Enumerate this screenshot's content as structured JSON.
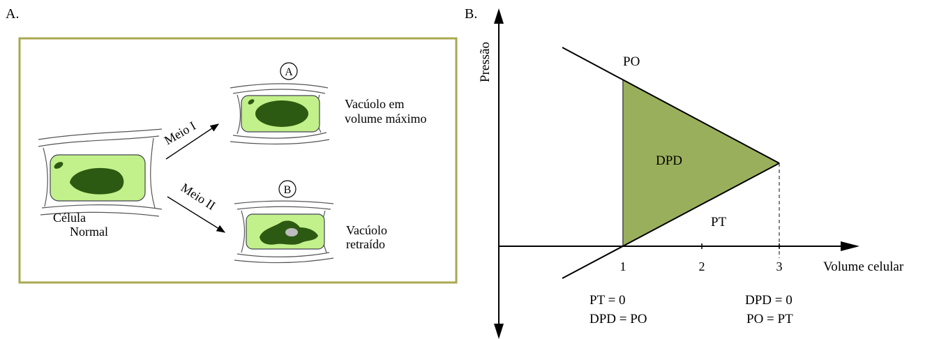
{
  "panel_a": {
    "label": "A.",
    "cell_normal": {
      "line1": "Célula",
      "line2": "Normal"
    },
    "arrow_upper": "Meio I",
    "arrow_lower": "Meio II",
    "cell_a": {
      "marker": "A",
      "line1": "Vacúolo em",
      "line2": "volume máximo"
    },
    "cell_b": {
      "marker": "B",
      "line1": "Vacúolo",
      "line2": "retraído"
    },
    "colors": {
      "frame": "#a9a852",
      "cytoplasm": "#c2f08a",
      "vacuole": "#2d5a12",
      "retracted_spot": "#bdbdbd"
    }
  },
  "panel_b": {
    "label": "B.",
    "y_axis_label": "Pressão",
    "x_axis_label": "Volume celular",
    "x_ticks": [
      "1",
      "2",
      "3"
    ],
    "line_labels": {
      "po": "PO",
      "pt": "PT",
      "dpd": "DPD"
    },
    "notes": {
      "at_1": [
        "PT = 0",
        "DPD = PO"
      ],
      "at_3": [
        "DPD = 0",
        "PO = PT"
      ]
    },
    "colors": {
      "region_fill": "#9aaf5c"
    }
  }
}
